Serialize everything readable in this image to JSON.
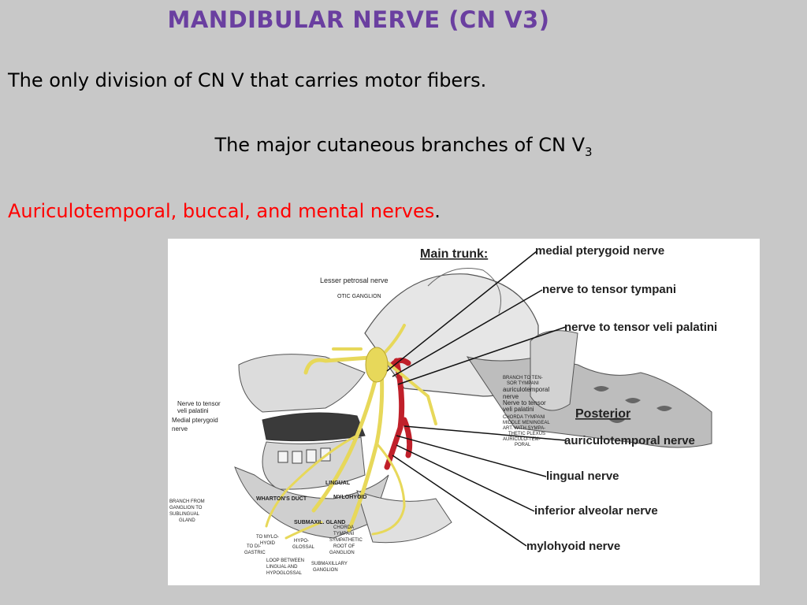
{
  "slide": {
    "title": "MANDIBULAR NERVE (CN V3)",
    "title_color": "#6a3fa0",
    "line1": "The only division of CN V that carries motor fibers.",
    "line2_main": "The major cutaneous branches of CN V",
    "line2_sub": "3",
    "line3_text": "Auriculotemporal, buccal, and mental nerves",
    "line3_period": ".",
    "line3_color": "#ff0000"
  },
  "figure": {
    "main_trunk_heading": "Main trunk:",
    "posterior_heading": "Posterior",
    "main_trunk_labels": [
      "medial pterygoid nerve",
      "nerve to tensor tympani",
      "nerve to tensor veli palatini"
    ],
    "posterior_labels": [
      "auriculotemporal nerve",
      "lingual nerve",
      "inferior alveolar nerve",
      "mylohyoid nerve"
    ],
    "small_labels": {
      "lesser_petrosal": "Lesser petrosal nerve",
      "otic_ganglion": "OTIC GANGLION",
      "nerve_tensor_left_1": "Nerve to tensor",
      "nerve_tensor_left_2": "veli palatini",
      "medial_ptery_left_1": "Medial pterygoid",
      "medial_ptery_left_2": "nerve",
      "branch_ten_1": "BRANCH TO TEN-",
      "branch_ten_2": "SOR TYMPANI",
      "auriculo_r_1": "auriculotemporal",
      "auriculo_r_2": "nerve",
      "tensor_r_1": "Nerve to tensor",
      "tensor_r_2": "veli palatini",
      "chorda_r": "CHORDA TYMPANI",
      "middle_men": "MIDDLE MENINGEAL",
      "art_sympa": "ART. WITH SYMPA-",
      "thetic": "THETIC PLEXUS",
      "auricul_tem": "AURICULO-TEM-",
      "poral": "PORAL",
      "branch_gang_1": "BRANCH FROM",
      "branch_gang_2": "GANGLION TO",
      "branch_gang_3": "SUBLINGUAL",
      "branch_gang_4": "GLAND",
      "wharton": "WHARTON'S DUCT",
      "lingual": "LINGUAL",
      "mylohyoid": "MYLOHYOID",
      "submaxil": "SUBMAXIL. GLAND",
      "to_mylo_1": "TO MYLO-",
      "to_mylo_2": "HYOID",
      "hypo_1": "HYPO-",
      "hypo_2": "GLOSSAL",
      "chorda_b_1": "CHORDA",
      "chorda_b_2": "TYMPANI",
      "sympathetic": "SYMPATHETIC",
      "root_of": "ROOT OF",
      "ganglion": "GANGLION",
      "to_di_1": "TO DI-",
      "to_di_2": "GASTRIC",
      "loop_1": "LOOP BETWEEN",
      "loop_2": "LINGUAL AND",
      "loop_3": "HYPOGLOSSAL",
      "submax_g_1": "SUBMAXILLARY",
      "submax_g_2": "GANGLION"
    }
  }
}
